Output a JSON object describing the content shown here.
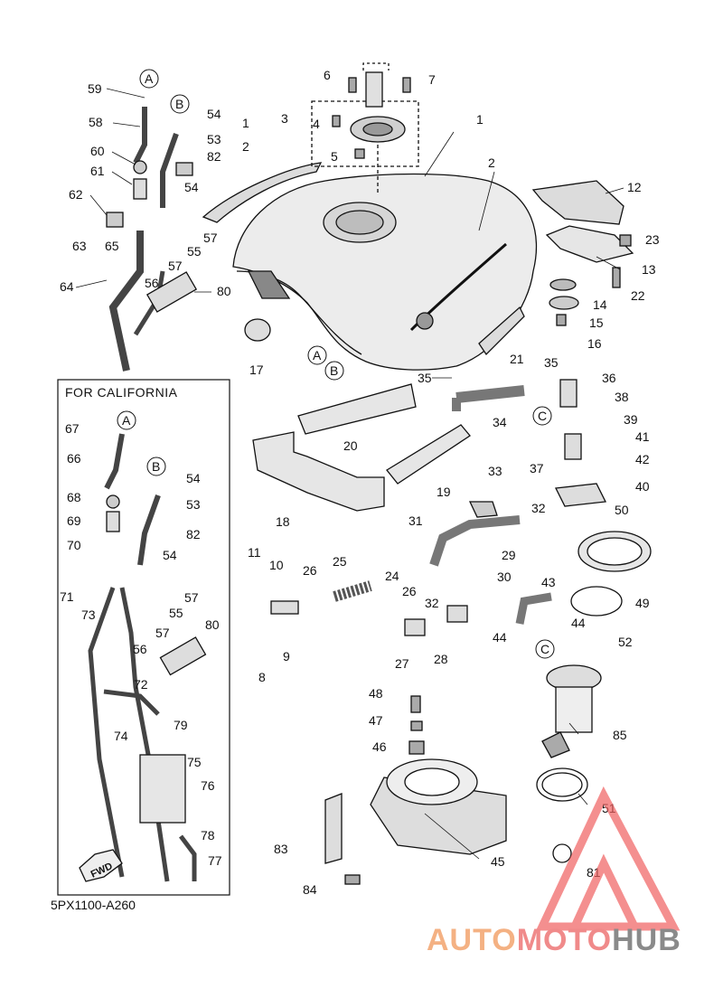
{
  "diagram": {
    "code": "5PX1100-A260",
    "california_title": "FOR CALIFORNIA",
    "brand": {
      "part1": "AUTO",
      "part2": "MOTO",
      "part3": "HUB"
    },
    "colors": {
      "line": "#111111",
      "watermark": "#f06060",
      "brand_auto": "#f4b183",
      "brand_moto": "#f08a8a",
      "brand_hub": "#8a8a8a"
    },
    "fwd_label": "FWD",
    "labels": [
      "59",
      "58",
      "54",
      "53",
      "60",
      "82",
      "61",
      "62",
      "54",
      "63",
      "65",
      "57",
      "55",
      "57",
      "64",
      "56",
      "80",
      "6",
      "7",
      "3",
      "4",
      "5",
      "1",
      "2",
      "1",
      "2",
      "12",
      "23",
      "13",
      "22",
      "14",
      "15",
      "16",
      "17",
      "21",
      "35",
      "35",
      "36",
      "38",
      "39",
      "34",
      "41",
      "37",
      "42",
      "40",
      "20",
      "19",
      "18",
      "33",
      "32",
      "50",
      "31",
      "29",
      "30",
      "11",
      "10",
      "26",
      "25",
      "24",
      "26",
      "32",
      "28",
      "9",
      "8",
      "27",
      "43",
      "49",
      "44",
      "44",
      "52",
      "48",
      "47",
      "46",
      "85",
      "51",
      "83",
      "45",
      "81",
      "84",
      "67",
      "66",
      "54",
      "53",
      "68",
      "69",
      "82",
      "70",
      "54",
      "71",
      "73",
      "57",
      "55",
      "57",
      "80",
      "56",
      "72",
      "74",
      "79",
      "75",
      "76",
      "78",
      "77"
    ],
    "circled": [
      "A",
      "B",
      "A",
      "B",
      "C",
      "A",
      "B",
      "C"
    ]
  }
}
